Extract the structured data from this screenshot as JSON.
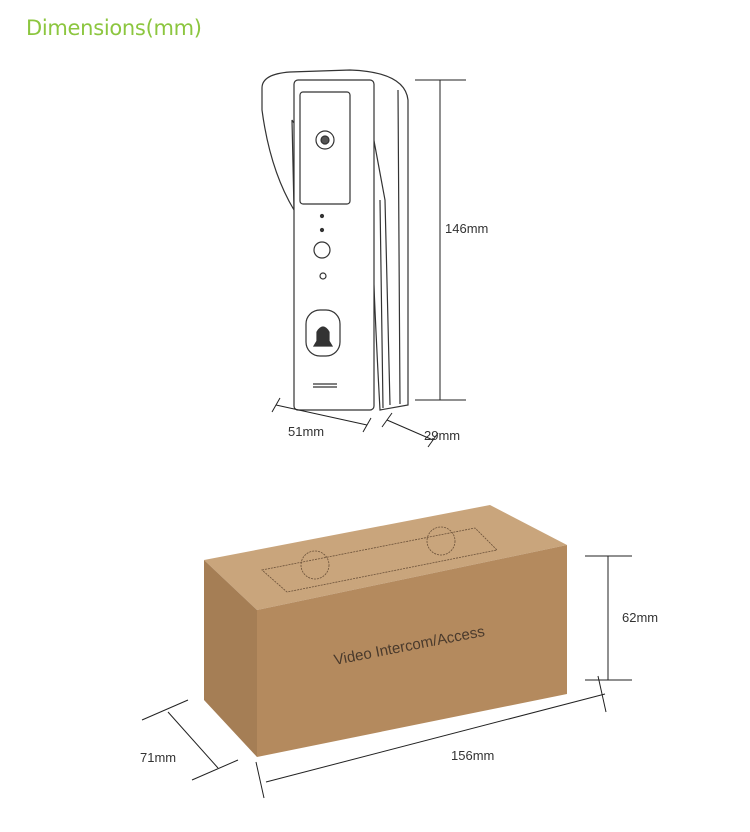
{
  "title": "Dimensions(mm)",
  "doorbell": {
    "height": "146mm",
    "width": "51mm",
    "depth": "29mm"
  },
  "box": {
    "print": "Video Intercom/Access",
    "height": "62mm",
    "length": "156mm",
    "depth": "71mm"
  },
  "colors": {
    "title": "#8cc63f",
    "cardboard_front": "#b48a5e",
    "cardboard_top": "#c9a57c",
    "cardboard_side": "#a57e55"
  }
}
